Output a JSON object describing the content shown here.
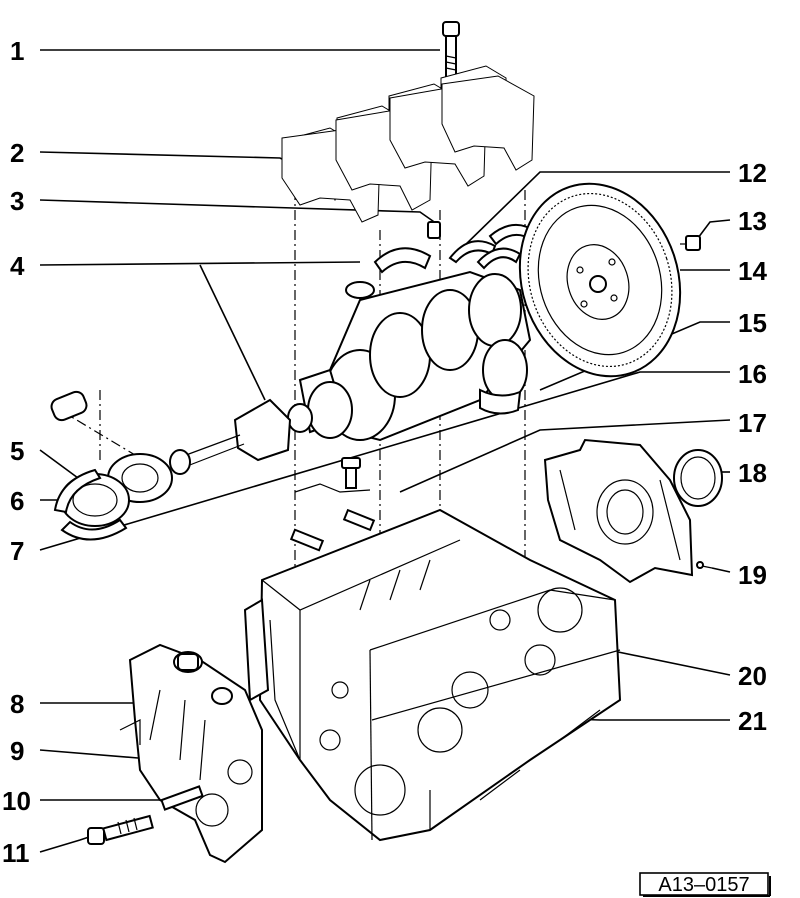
{
  "figure": {
    "reference_id": "A13–0157",
    "callouts": [
      {
        "id": "c1",
        "label": "1"
      },
      {
        "id": "c2",
        "label": "2"
      },
      {
        "id": "c3",
        "label": "3"
      },
      {
        "id": "c4",
        "label": "4"
      },
      {
        "id": "c5",
        "label": "5"
      },
      {
        "id": "c6",
        "label": "6"
      },
      {
        "id": "c7",
        "label": "7"
      },
      {
        "id": "c8",
        "label": "8"
      },
      {
        "id": "c9",
        "label": "9"
      },
      {
        "id": "c10",
        "label": "10"
      },
      {
        "id": "c11",
        "label": "11"
      },
      {
        "id": "c12",
        "label": "12"
      },
      {
        "id": "c13",
        "label": "13"
      },
      {
        "id": "c14",
        "label": "14"
      },
      {
        "id": "c15",
        "label": "15"
      },
      {
        "id": "c16",
        "label": "16"
      },
      {
        "id": "c17",
        "label": "17"
      },
      {
        "id": "c18",
        "label": "18"
      },
      {
        "id": "c19",
        "label": "19"
      },
      {
        "id": "c20",
        "label": "20"
      },
      {
        "id": "c21",
        "label": "21"
      }
    ]
  }
}
